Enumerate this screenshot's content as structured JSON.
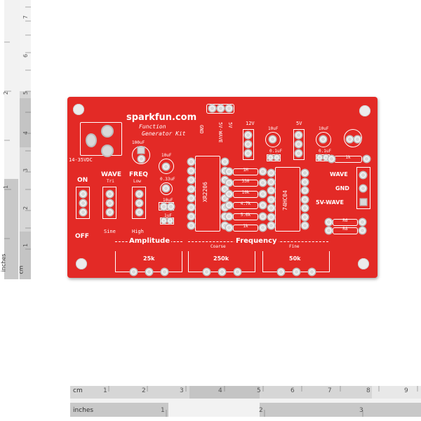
{
  "vertical_ruler": {
    "cm_label": "cm",
    "inch_label": "inches",
    "cm_numbers": [
      "1",
      "2",
      "3",
      "4",
      "5",
      "6",
      "7"
    ],
    "inch_numbers": [
      "1",
      "2"
    ]
  },
  "horizontal_ruler": {
    "cm_label": "cm",
    "inch_label": "inches",
    "cm_numbers": [
      "1",
      "2",
      "3",
      "4",
      "5",
      "6",
      "7",
      "8",
      "9"
    ],
    "inch_numbers": [
      "1",
      "2",
      "3"
    ]
  },
  "pcb": {
    "brand": "sparkfun.com",
    "title_line1": "Function",
    "title_line2": "Generator Kit",
    "header_labels": [
      "GND",
      "5V-WAVE",
      "5V"
    ],
    "power_label": "14-35VDC",
    "switch_on": "ON",
    "switch_off": "OFF",
    "wave_label": "WAVE",
    "wave_tri": "Tri",
    "wave_sine": "Sine",
    "freq_label": "FREQ",
    "freq_low": "Low",
    "freq_high": "High",
    "cap_100uf": "100uF",
    "cap_10uf_a": "10uF",
    "cap_033uf": "0.33uF",
    "cap_10uf_b": "10uF",
    "cap_1uf": "1uF",
    "reg_12v": "12V",
    "reg_5v": "5V",
    "cap_10uf_c": "10uF",
    "cap_01uf_a": "0.1uF",
    "cap_10uf_d": "10uF",
    "cap_01uf_b": "0.1uF",
    "ic1": "XR2206",
    "ic2": "74HC04",
    "resistors": [
      "1M",
      "330",
      "10k",
      "4.7k",
      "5.6k",
      "1k"
    ],
    "res_1k_b": "1k",
    "res_r6": "R6",
    "res_r8": "R8",
    "out_wave": "WAVE",
    "out_gnd": "GND",
    "out_5vwave": "5V-WAVE",
    "amplitude_label": "Amplitude",
    "frequency_label": "Frequency",
    "coarse_label": "Coarse",
    "fine_label": "Fine",
    "pot_25k": "25k",
    "pot_250k": "250k",
    "pot_50k": "50k"
  },
  "colors": {
    "pcb": "#e32a26",
    "silkscreen": "#ffffff",
    "pad": "#d8d8d8"
  }
}
